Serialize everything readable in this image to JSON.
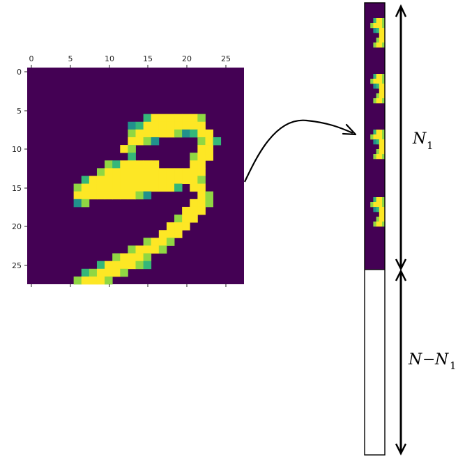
{
  "image": {
    "x_ticks": [
      "0",
      "5",
      "10",
      "15",
      "20",
      "25"
    ],
    "y_ticks": [
      "0",
      "5",
      "10",
      "15",
      "20",
      "25"
    ],
    "colors": {
      "background": "#440154",
      "mid": "#21918c",
      "teal": "#35b779",
      "light": "#90d743",
      "yellow": "#fde725"
    }
  },
  "column": {
    "colors": {
      "filled": "#440154",
      "empty": "#ffffff",
      "border": "#000000"
    }
  },
  "labels": {
    "n1_main": "N",
    "n1_sub": "1",
    "nminus_main": "N",
    "nminus_op": "−",
    "nminus_var": "N",
    "nminus_sub": "1"
  }
}
